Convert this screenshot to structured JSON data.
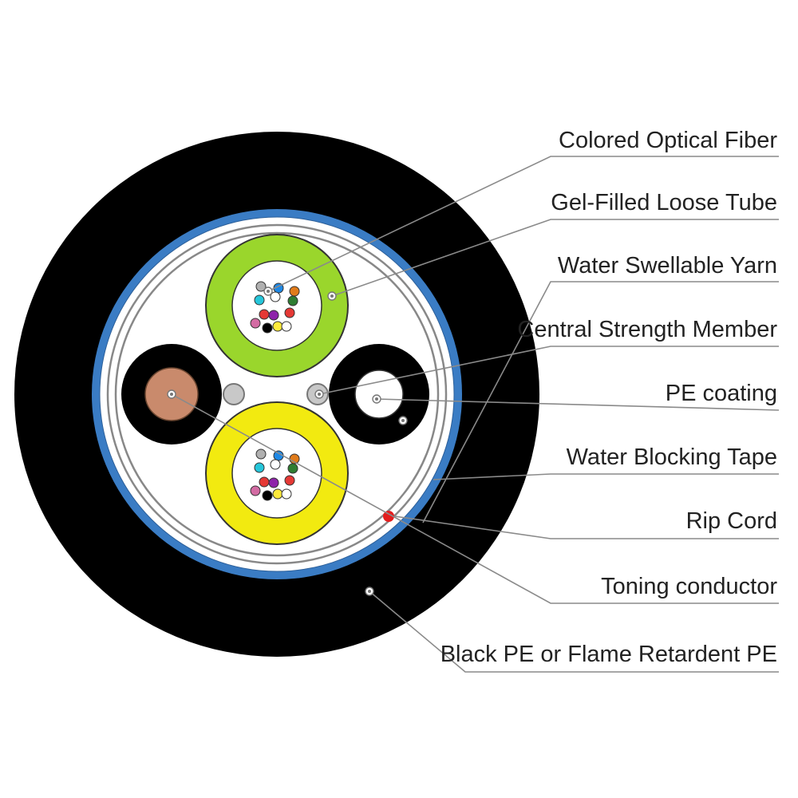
{
  "diagram": {
    "labels": {
      "colored_optical_fiber": "Colored Optical Fiber",
      "gel_filled_loose_tube": "Gel-Filled Loose Tube",
      "water_swellable_yarn": "Water Swellable Yarn",
      "central_strength_member": "Central Strength Member",
      "pe_coating": "PE coating",
      "water_blocking_tape": "Water Blocking Tape",
      "rip_cord": "Rip Cord",
      "toning_conductor": "Toning conductor",
      "black_pe": "Black PE or Flame Retardent PE"
    },
    "colors": {
      "jacket": "#000000",
      "blocking_tape": "#3a7cc4",
      "tube_green": "#9ad62c",
      "tube_yellow": "#f2ea10",
      "toning_conductor": "#c98a6c",
      "rip_cord": "#e31d1d",
      "strength_member": "#c8c8c8"
    },
    "fiber_colors": [
      "#b0b0b0",
      "#1e88e5",
      "#e07b1a",
      "#26c6da",
      "#ffffff",
      "#2e7d32",
      "#e53935",
      "#8e24aa",
      "#e53935",
      "#000000",
      "#d36ba3",
      "#ffeb3b",
      "#ffffff"
    ]
  }
}
